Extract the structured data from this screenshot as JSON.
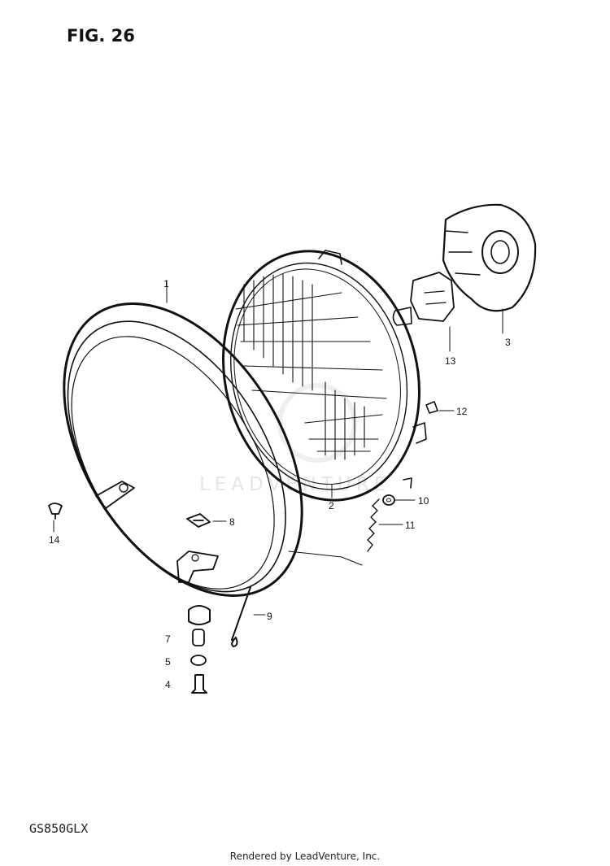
{
  "figure": {
    "title": "FIG. 26"
  },
  "model_code": "GS850GLX",
  "footer": {
    "credit": "Rendered by LeadVenture, Inc."
  },
  "watermark": {
    "text": "LEADVENTURE"
  },
  "callouts": {
    "c1": "1",
    "c2": "2",
    "c3": "3",
    "c8": "8",
    "c9": "9",
    "c10": "10",
    "c11": "11",
    "c12": "12",
    "c13": "13",
    "c14": "14",
    "c4": "4",
    "c5": "5",
    "c7": "7"
  }
}
